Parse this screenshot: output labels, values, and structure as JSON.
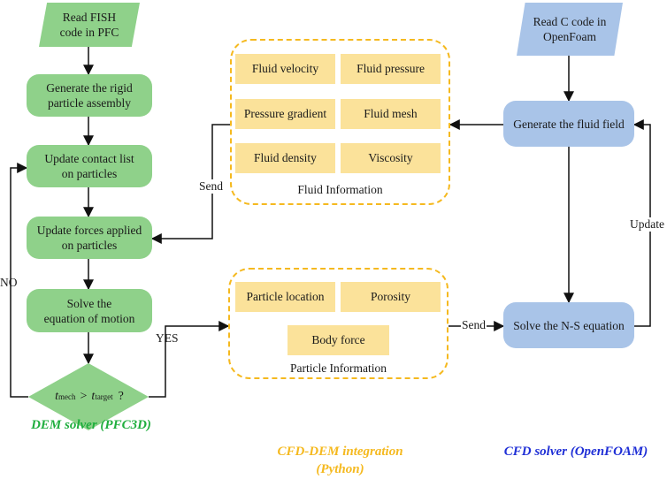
{
  "dem": {
    "read_fish": "Read FISH\ncode in PFC",
    "generate_assembly": "Generate the rigid\nparticle assembly",
    "update_contact": "Update contact list\non particles",
    "update_forces": "Update forces applied\non particles",
    "solve_motion": "Solve the\nequation of motion",
    "decision_t": "t",
    "decision_mech": "mech",
    "decision_gt": ">",
    "decision_t2": "t",
    "decision_target": "target",
    "decision_q": "?",
    "no_label": "NO",
    "yes_label": "YES"
  },
  "integration": {
    "fluid_tiles": [
      "Fluid velocity",
      "Fluid pressure",
      "Pressure gradient",
      "Fluid mesh",
      "Fluid density",
      "Viscosity"
    ],
    "fluid_caption": "Fluid Information",
    "particle_tiles": [
      "Particle location",
      "Porosity",
      "Body force"
    ],
    "particle_caption": "Particle Information",
    "send_top": "Send",
    "send_bottom": "Send"
  },
  "cfd": {
    "read_c": "Read C code in\nOpenFoam",
    "generate_field": "Generate the fluid field",
    "solve_ns": "Solve the N-S equation",
    "update_label": "Update"
  },
  "footer": {
    "dem": "DEM solver (PFC3D)",
    "integration": "CFD-DEM integration\n(Python)",
    "cfd": "CFD solver (OpenFOAM)"
  },
  "colors": {
    "dem": "#1fae3e",
    "integration": "#f5b91f",
    "cfd": "#1f2fd6",
    "green_box": "#8fd18a",
    "blue_box": "#a9c4e8",
    "tile": "#fbe29a"
  }
}
